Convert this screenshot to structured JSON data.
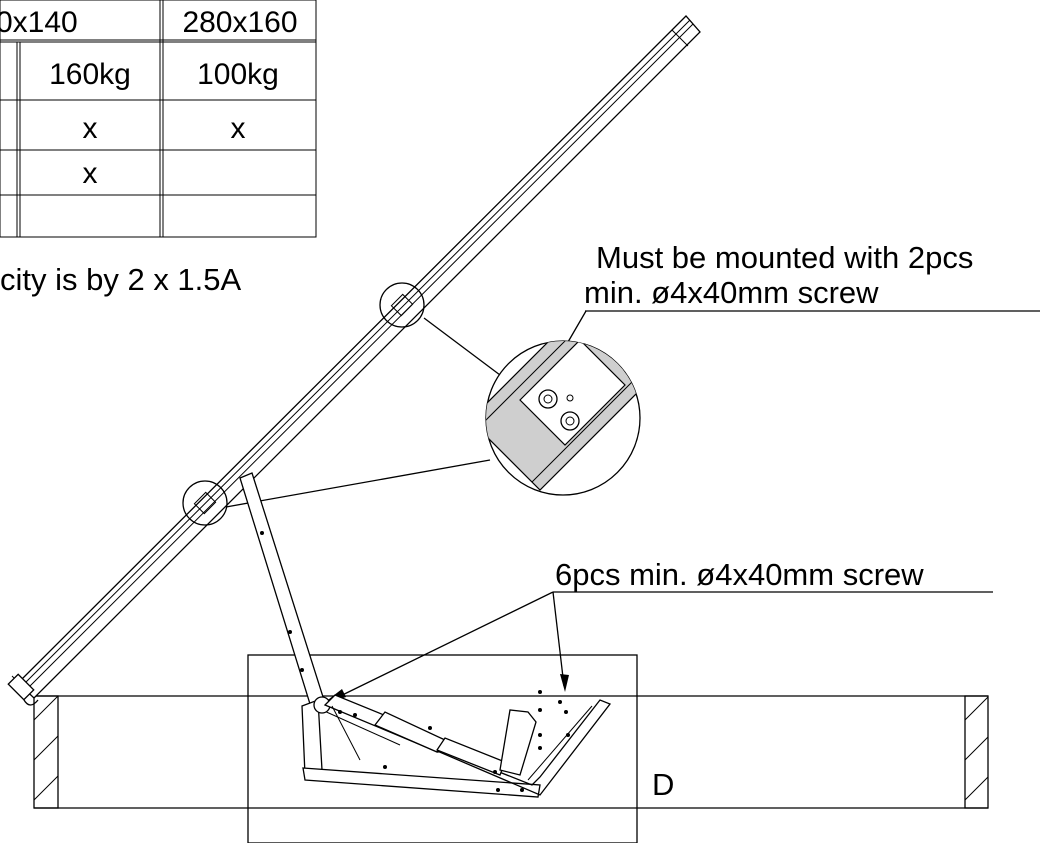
{
  "table": {
    "header": [
      "0x140",
      "280x160"
    ],
    "rows": [
      [
        "160kg",
        "100kg"
      ],
      [
        "x",
        "x"
      ],
      [
        "x",
        ""
      ],
      [
        "",
        ""
      ]
    ]
  },
  "capacity_note": "city is by 2 x 1.5A",
  "annotations": {
    "upper_line1": "Must be mounted with 2pcs",
    "upper_line2": "min. ø4x40mm screw",
    "lower": "6pcs min. ø4x40mm screw",
    "dimension_label": "D"
  }
}
